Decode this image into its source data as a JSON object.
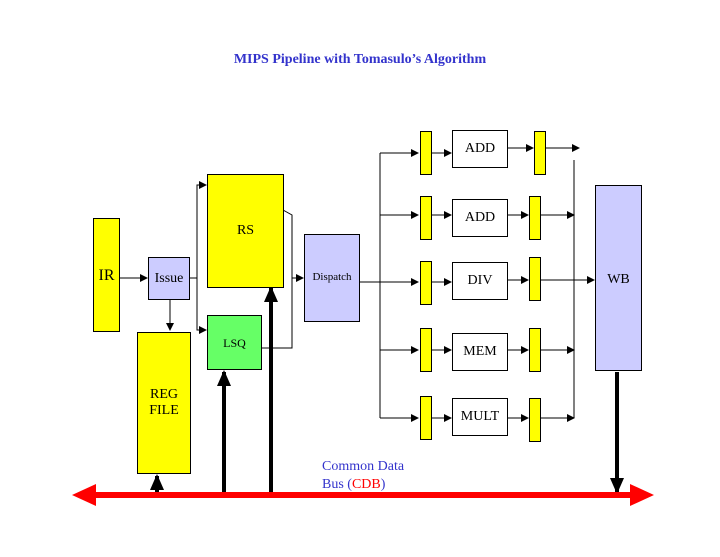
{
  "title": "MIPS Pipeline with Tomasulo’s Algorithm",
  "blocks": {
    "ir": "IR",
    "issue": "Issue",
    "rs": "RS",
    "lsq": "LSQ",
    "reg_file_line1": "REG",
    "reg_file_line2": "FILE",
    "dispatch": "Dispatch",
    "wb": "WB"
  },
  "units": [
    "ADD",
    "ADD",
    "DIV",
    "MEM",
    "MULT"
  ],
  "cdb_label": {
    "line1": "Common Data",
    "line2_prefix": "Bus (",
    "abbr": "CDB",
    "line2_suffix": ")"
  },
  "colors": {
    "title": "#3333cc",
    "latch": "#ffff00",
    "lavender": "#ccccff",
    "lsq": "#66ff66",
    "cdb_bus": "#ff0000"
  }
}
